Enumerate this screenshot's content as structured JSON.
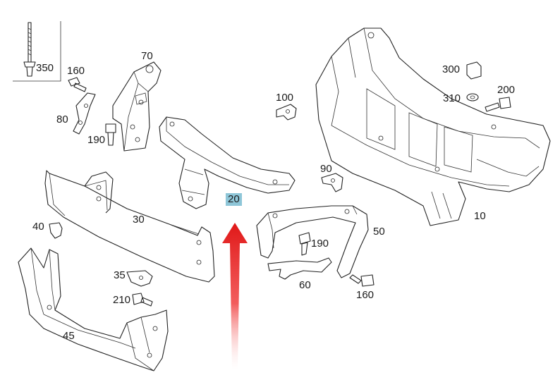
{
  "diagram": {
    "highlight_color": "#8ec6d8",
    "arrow_color": "#e02020",
    "callouts": [
      {
        "id": "c350",
        "text": "350"
      },
      {
        "id": "c160a",
        "text": "160"
      },
      {
        "id": "c70",
        "text": "70"
      },
      {
        "id": "c80",
        "text": "80"
      },
      {
        "id": "c190a",
        "text": "190"
      },
      {
        "id": "c100",
        "text": "100"
      },
      {
        "id": "c300",
        "text": "300"
      },
      {
        "id": "c310",
        "text": "310"
      },
      {
        "id": "c200",
        "text": "200"
      },
      {
        "id": "c90",
        "text": "90"
      },
      {
        "id": "c20",
        "text": "20",
        "highlighted": true
      },
      {
        "id": "c10",
        "text": "10"
      },
      {
        "id": "c30",
        "text": "30"
      },
      {
        "id": "c40",
        "text": "40"
      },
      {
        "id": "c50",
        "text": "50"
      },
      {
        "id": "c190b",
        "text": "190"
      },
      {
        "id": "c60",
        "text": "60"
      },
      {
        "id": "c35",
        "text": "35"
      },
      {
        "id": "c160b",
        "text": "160"
      },
      {
        "id": "c210",
        "text": "210"
      },
      {
        "id": "c45",
        "text": "45"
      }
    ]
  }
}
